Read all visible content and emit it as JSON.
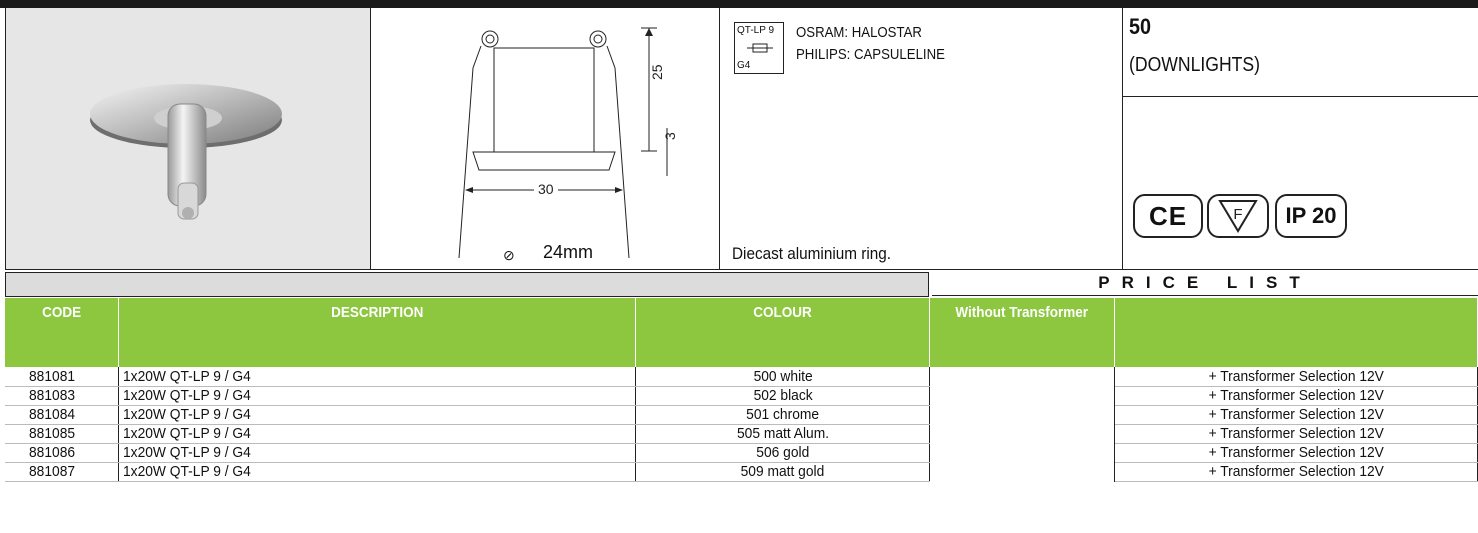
{
  "header": {
    "lamp": {
      "type_code": "QT-LP 9",
      "socket": "G4",
      "brands": [
        "OSRAM: HALOSTAR",
        "PHILIPS: CAPSULELINE"
      ],
      "description": "Diecast aluminium ring."
    },
    "drawing": {
      "height": "25",
      "ring_height": "3",
      "width": "30",
      "cutout": "24mm"
    },
    "family": {
      "number": "50",
      "name": "(DOWNLIGHTS)",
      "certs": [
        "CE",
        "F",
        "IP 20"
      ]
    }
  },
  "price_list_label": "PRICE LIST",
  "table": {
    "headers": [
      "CODE",
      "DESCRIPTION",
      "COLOUR",
      "Without Transformer",
      ""
    ],
    "rows": [
      {
        "code": "881081",
        "description": "1x20W QT-LP 9 / G4",
        "colour": "500 white",
        "without": "",
        "with": "+ Transformer Selection 12V"
      },
      {
        "code": "881083",
        "description": "1x20W QT-LP 9 / G4",
        "colour": "502 black",
        "without": "",
        "with": "+ Transformer Selection 12V"
      },
      {
        "code": "881084",
        "description": "1x20W QT-LP 9 / G4",
        "colour": "501 chrome",
        "without": "",
        "with": "+ Transformer Selection 12V"
      },
      {
        "code": "881085",
        "description": "1x20W QT-LP 9 / G4",
        "colour": "505 matt Alum.",
        "without": "",
        "with": "+ Transformer Selection 12V"
      },
      {
        "code": "881086",
        "description": "1x20W QT-LP 9 / G4",
        "colour": "506 gold",
        "without": "",
        "with": "+ Transformer Selection 12V"
      },
      {
        "code": "881087",
        "description": "1x20W QT-LP 9 / G4",
        "colour": "509 matt gold",
        "without": "",
        "with": "+ Transformer Selection 12V"
      }
    ]
  },
  "colors": {
    "header_green": "#8dc63f",
    "bar_gray": "#dcdcdc"
  }
}
